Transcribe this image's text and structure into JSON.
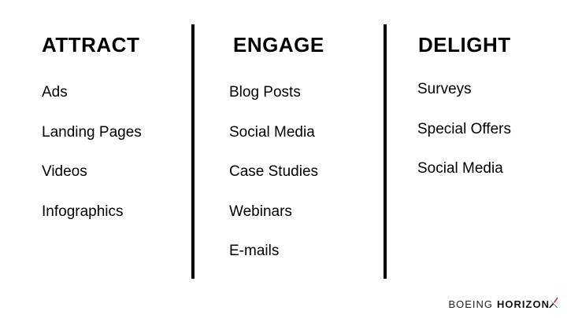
{
  "columns": [
    {
      "heading": "ATTRACT",
      "items": [
        "Ads",
        "Landing Pages",
        "Videos",
        "Infographics"
      ]
    },
    {
      "heading": "ENGAGE",
      "items": [
        "Blog Posts",
        "Social Media",
        "Case Studies",
        "Webinars",
        "E-mails"
      ]
    },
    {
      "heading": "DELIGHT",
      "items": [
        "Surveys",
        "Special Offers",
        "Social Media"
      ]
    }
  ],
  "logo": {
    "word1": "BOEING",
    "word2": "HORIZON",
    "accent_color": "#cc1f1f"
  }
}
